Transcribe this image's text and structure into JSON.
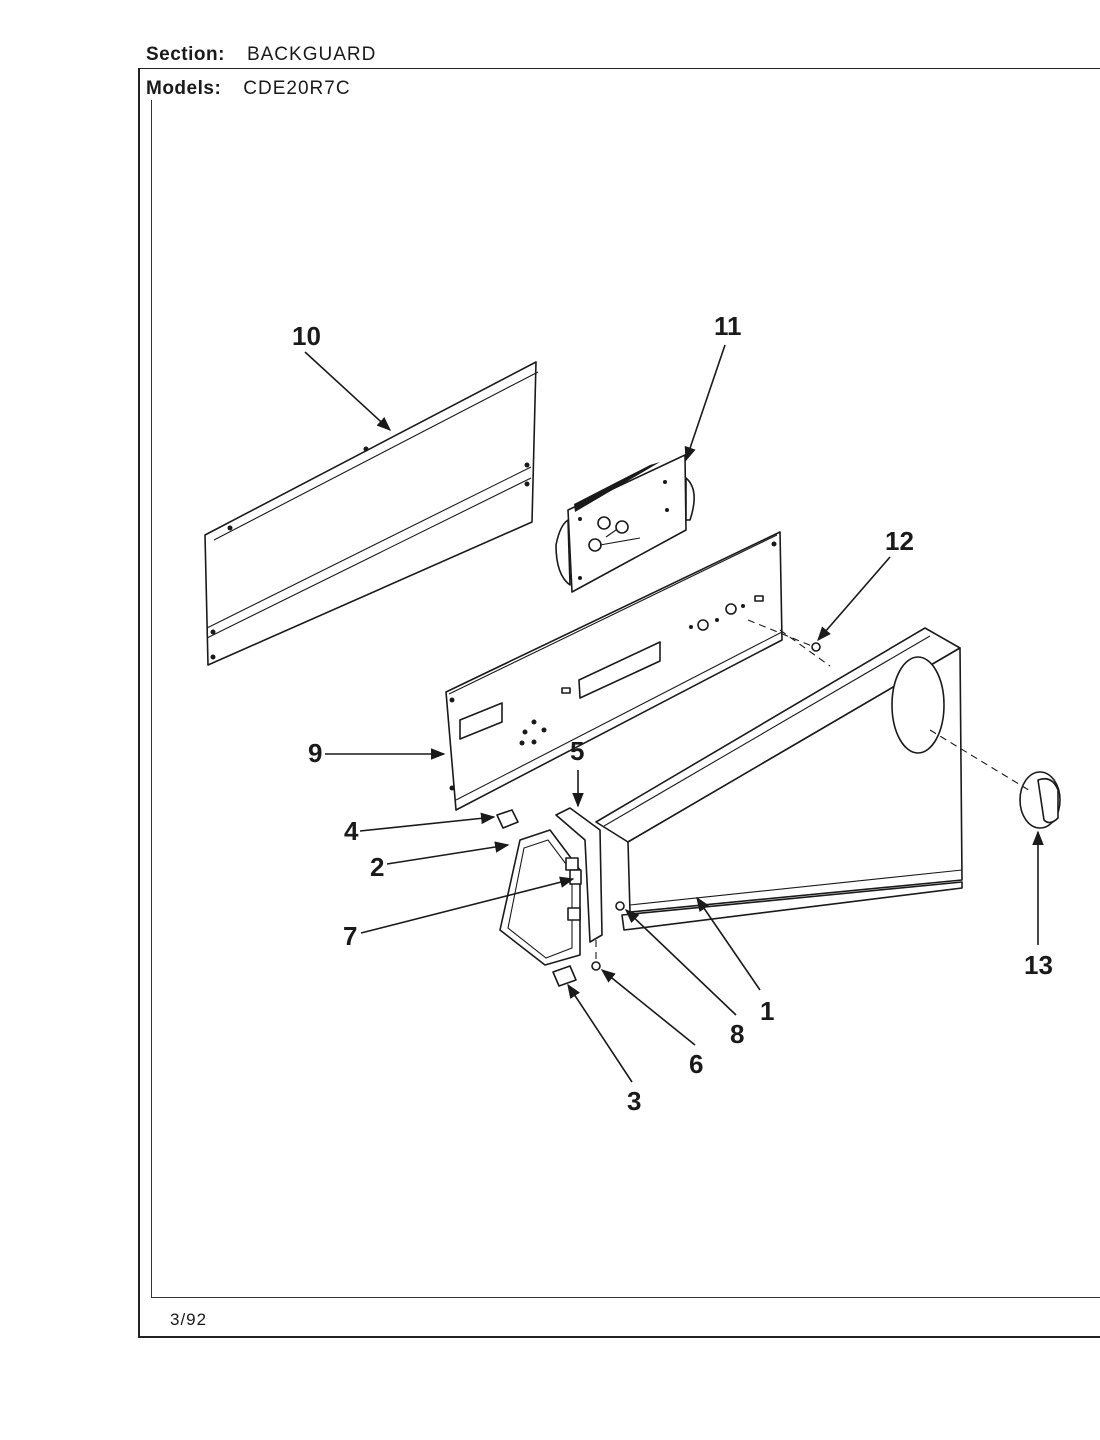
{
  "header": {
    "section_label": "Section:",
    "section_value": "BACKGUARD",
    "models_label": "Models:",
    "models_value": "CDE20R7C"
  },
  "footer": {
    "date": "3/92"
  },
  "callouts": [
    "1",
    "2",
    "3",
    "4",
    "5",
    "6",
    "7",
    "8",
    "9",
    "10",
    "11",
    "12",
    "13"
  ]
}
